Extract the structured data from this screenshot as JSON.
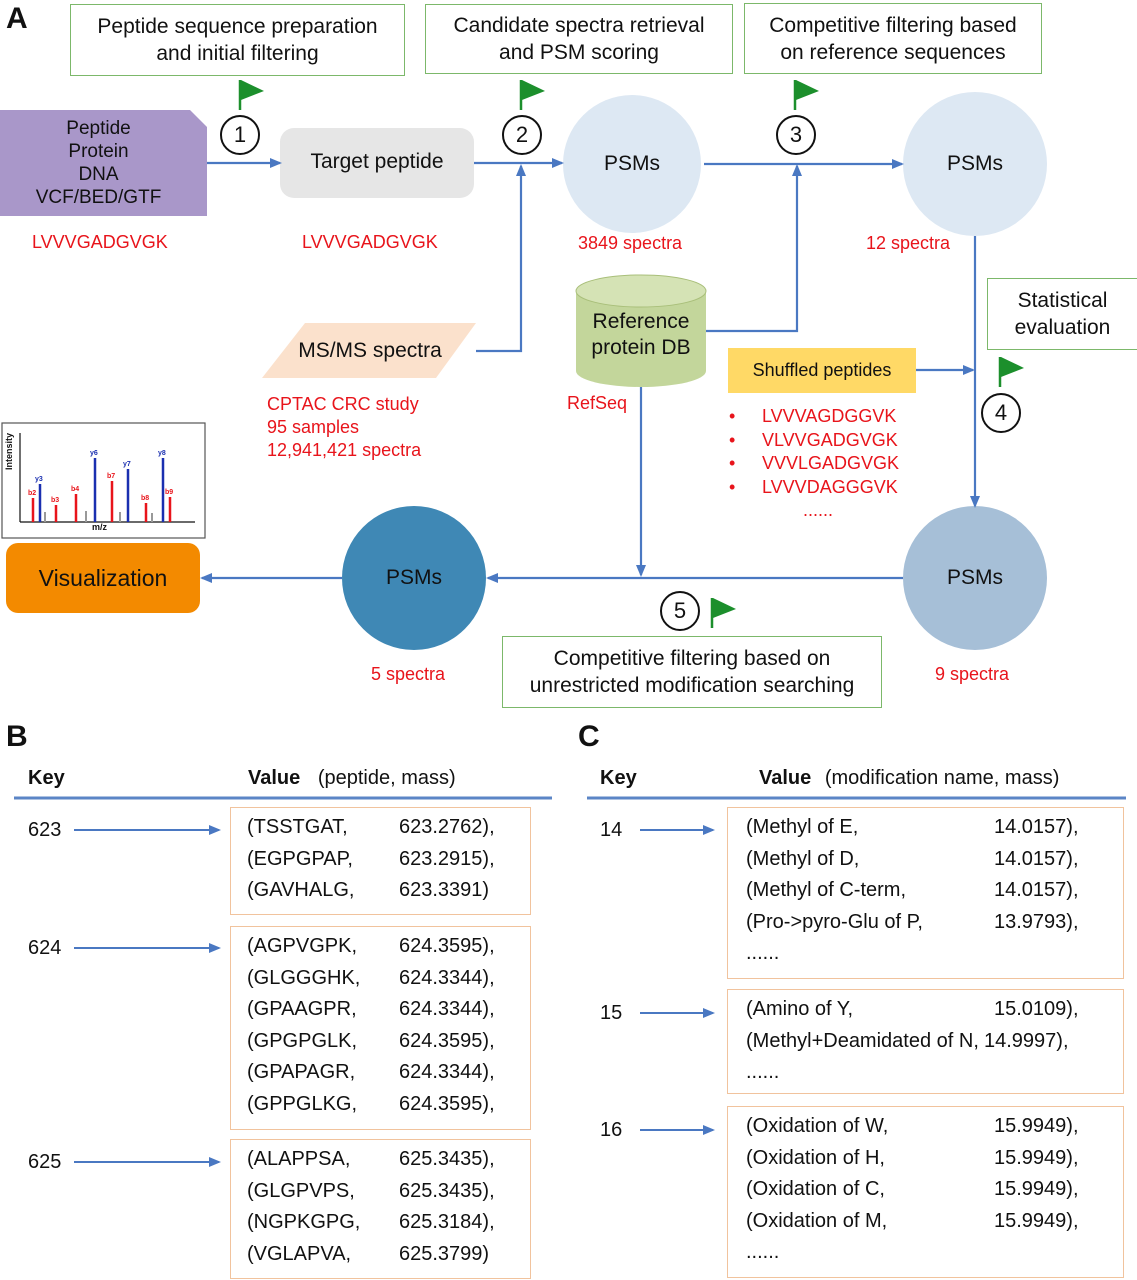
{
  "panel_a": {
    "letter": "A",
    "steps": {
      "s1": "Peptide sequence preparation and initial filtering",
      "s2": "Candidate spectra retrieval and PSM scoring",
      "s3": "Competitive filtering based on reference sequences",
      "s4": "Statistical evaluation",
      "s5": "Competitive filtering based on unrestricted modification searching"
    },
    "step_numbers": [
      "1",
      "2",
      "3",
      "4",
      "5"
    ],
    "input_lines": [
      "Peptide",
      "Protein",
      "DNA",
      "VCF/BED/GTF"
    ],
    "input_seq": "LVVVGADGVGK",
    "target_label": "Target peptide",
    "target_seq": "LVVVGADGVGK",
    "psm_label": "PSMs",
    "counts": {
      "c1": "3849 spectra",
      "c2": "12 spectra",
      "c3": "9 spectra",
      "c4": "5 spectra"
    },
    "msms_label": "MS/MS spectra",
    "msms_info": [
      "CPTAC CRC study",
      "95 samples",
      "12,941,421 spectra"
    ],
    "refdb_lines": [
      "Reference",
      "protein DB"
    ],
    "refdb_source": "RefSeq",
    "shuffled_label": "Shuffled peptides",
    "shuffled": [
      "LVVVAGDGGVK",
      "VLVVGADGVGK",
      "VVVLGADGVGK",
      "LVVVDAGGGVK"
    ],
    "shuffled_more": "......",
    "visualization_label": "Visualization",
    "spectrum": {
      "ylabel": "Intensity",
      "xlabel": "m/z",
      "peak_labels": [
        "b2",
        "y3",
        "b3",
        "b4",
        "y6",
        "b7",
        "y7",
        "b8",
        "y8",
        "b9"
      ]
    },
    "colors": {
      "green_border": "#7cb86a",
      "red_text": "#e8141b",
      "arrow_blue": "#4a78c2",
      "input_purple": "#a997c9",
      "target_gray": "#e6e6e6",
      "psm_light": "#dde8f3",
      "psm_mid": "#a6bfd7",
      "psm_dark": "#3f88b5",
      "db_green": "#c3d69b",
      "shuffled_yellow": "#ffd966",
      "msms_peach": "#fbe1cc",
      "viz_orange": "#f38a00",
      "flag_green": "#1c8f2c"
    }
  },
  "panel_b": {
    "letter": "B",
    "key_header": "Key",
    "value_header": "Value",
    "value_sub": "(peptide, mass)",
    "groups": [
      {
        "key": "623",
        "rows": [
          {
            "seq": "(TSSTGAT,",
            "mass": "623.2762),"
          },
          {
            "seq": "(EGPGPAP,",
            "mass": "623.2915),"
          },
          {
            "seq": "(GAVHALG,",
            "mass": "623.3391)"
          }
        ]
      },
      {
        "key": "624",
        "rows": [
          {
            "seq": "(AGPVGPK,",
            "mass": "624.3595),"
          },
          {
            "seq": "(GLGGGHK,",
            "mass": "624.3344),"
          },
          {
            "seq": "(GPAAGPR,",
            "mass": "624.3344),"
          },
          {
            "seq": "(GPGPGLK,",
            "mass": "624.3595),"
          },
          {
            "seq": "(GPAPAGR,",
            "mass": "624.3344),"
          },
          {
            "seq": "(GPPGLKG,",
            "mass": "624.3595),"
          }
        ]
      },
      {
        "key": "625",
        "rows": [
          {
            "seq": "(ALAPPSA,",
            "mass": "625.3435),"
          },
          {
            "seq": "(GLGPVPS,",
            "mass": "625.3435),"
          },
          {
            "seq": "(NGPKGPG,",
            "mass": "625.3184),"
          },
          {
            "seq": "(VGLAPVA,",
            "mass": "625.3799)"
          }
        ]
      }
    ]
  },
  "panel_c": {
    "letter": "C",
    "key_header": "Key",
    "value_header": "Value",
    "value_sub": "(modification name, mass)",
    "groups": [
      {
        "key": "14",
        "rows": [
          {
            "name": "(Methyl of E,",
            "mass": "14.0157),"
          },
          {
            "name": "(Methyl of D,",
            "mass": "14.0157),"
          },
          {
            "name": "(Methyl of C-term,",
            "mass": "14.0157),"
          },
          {
            "name": "(Pro->pyro-Glu of P,",
            "mass": "13.9793),"
          },
          {
            "name": "......",
            "mass": ""
          }
        ]
      },
      {
        "key": "15",
        "rows": [
          {
            "name": "(Amino of Y,",
            "mass": "15.0109),"
          },
          {
            "name": "(Methyl+Deamidated of N,",
            "mass": "14.9997),"
          },
          {
            "name": "......",
            "mass": ""
          }
        ]
      },
      {
        "key": "16",
        "rows": [
          {
            "name": "(Oxidation of W,",
            "mass": "15.9949),"
          },
          {
            "name": "(Oxidation of H,",
            "mass": "15.9949),"
          },
          {
            "name": "(Oxidation of C,",
            "mass": "15.9949),"
          },
          {
            "name": "(Oxidation of M,",
            "mass": "15.9949),"
          },
          {
            "name": "......",
            "mass": ""
          }
        ]
      }
    ]
  }
}
